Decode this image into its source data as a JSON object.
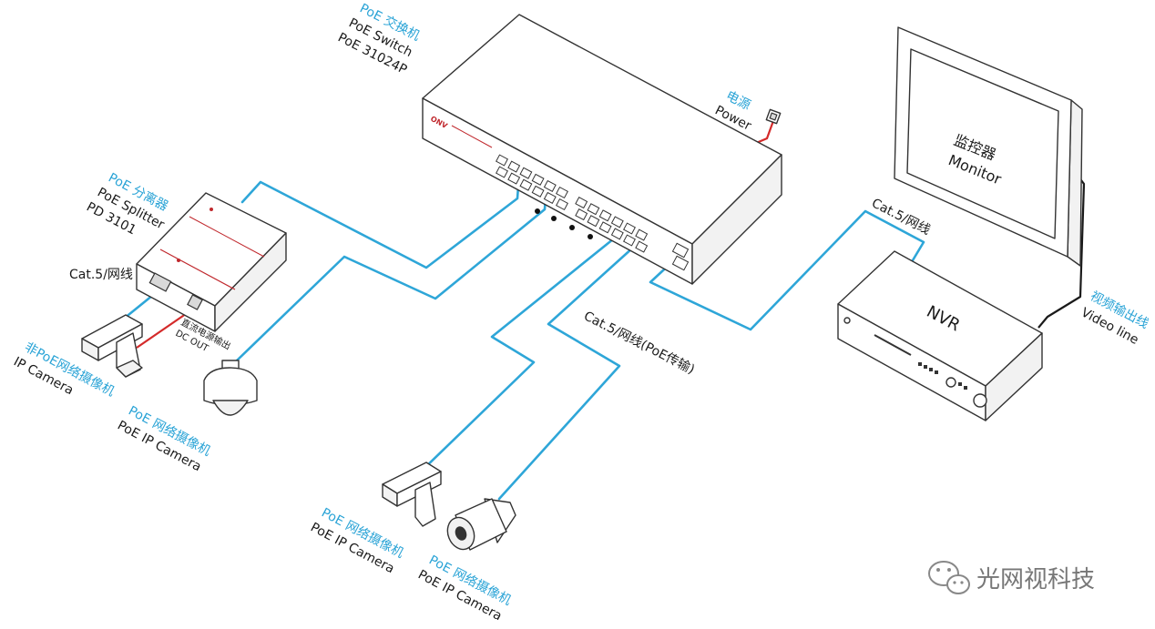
{
  "switch": {
    "title_cn": "PoE 交换机",
    "title_en": "PoE  Switch",
    "model": "PoE 31024P"
  },
  "power": {
    "label_cn": "电源",
    "label_en": "Power"
  },
  "monitor": {
    "label_cn": "监控器",
    "label_en": "Monitor"
  },
  "nvr": {
    "label": "NVR"
  },
  "links": {
    "cat5_nvr": "Cat.5/网线",
    "cat5_splitter": "Cat.5/网线",
    "cat5_poe": "Cat.5/网线(PoE传输)",
    "video_line_cn": "视频输出线",
    "video_line_en": "Video line"
  },
  "splitter": {
    "title_cn": "PoE 分离器",
    "title_en": "PoE Splitter",
    "model": "PD 3101",
    "dc_out_cn": "直流电源输出",
    "dc_out_en": "DC OUT"
  },
  "cameras": {
    "non_poe_cn": "非PoE网络摄像机",
    "non_poe_en": "IP Camera",
    "poe_dome_cn": "PoE 网络摄像机",
    "poe_dome_en": "PoE IP Camera",
    "poe_box_cn": "PoE 网络摄像机",
    "poe_box_en": "PoE IP Camera",
    "poe_bullet_cn": "PoE 网络摄像机",
    "poe_bullet_en": "PoE IP Camera"
  },
  "watermark": {
    "text": "光网视科技"
  },
  "colors": {
    "cable": "#2ea6d8",
    "label_accent": "#29a3d6",
    "power_cable": "#d42a2a"
  }
}
